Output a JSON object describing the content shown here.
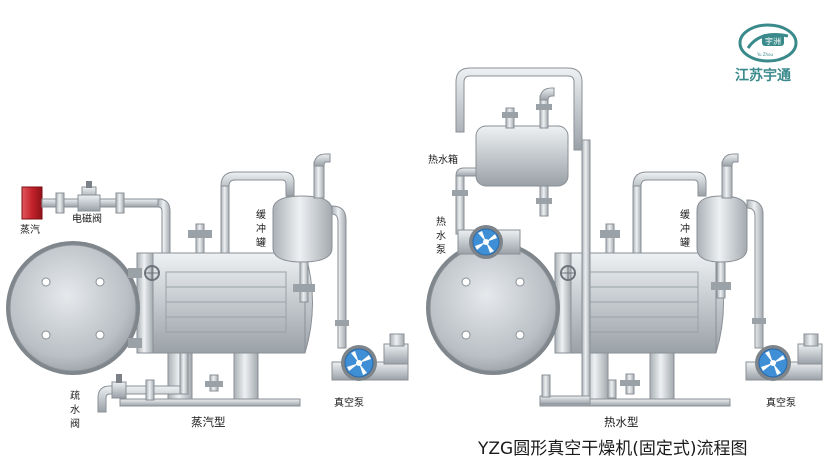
{
  "title": "YZG圆形真空干燥机(固定式)流程图",
  "logo": {
    "text": "江苏宇通",
    "badge_text": "宇洲",
    "badge_subtext": "Yu Zhou"
  },
  "colors": {
    "pipe": "#d3d8dc",
    "pipe_edge": "#8a9096",
    "steam_box": "#c4222b",
    "pump_blue": "#3f8fd6",
    "logo": "#3a8a8c"
  },
  "left_system": {
    "caption": "蒸汽型",
    "labels": {
      "steam": "蒸汽",
      "solenoid_valve": "电磁阀",
      "buffer_tank": "缓冲罐",
      "drain_valve": [
        "疏",
        "水",
        "阀"
      ],
      "vacuum_pump": "真空泵"
    }
  },
  "right_system": {
    "caption": "热水型",
    "labels": {
      "hot_water_tank": "热水箱",
      "hot_water_pump": [
        "热",
        "水",
        "泵"
      ],
      "buffer_tank": "缓冲罐",
      "vacuum_pump": "真空泵"
    }
  },
  "icons": [
    "steam-source-icon",
    "solenoid-valve-icon",
    "vacuum-pump-icon",
    "hot-water-pump-icon",
    "buffer-tank-icon",
    "dryer-vessel-icon",
    "hot-water-tank-icon",
    "logo-badge-icon"
  ]
}
